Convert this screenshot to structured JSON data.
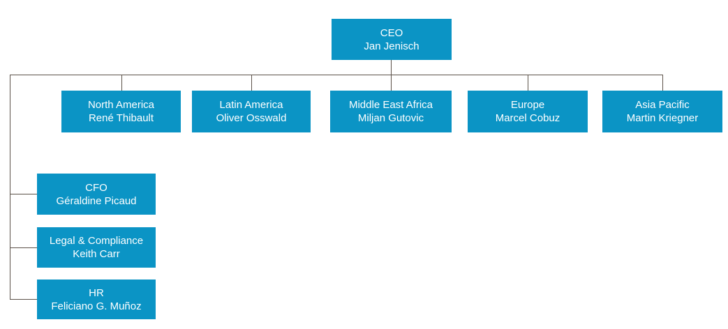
{
  "org_chart": {
    "ceo": {
      "role": "CEO",
      "name": "Jan Jenisch"
    },
    "regions": [
      {
        "role": "North America",
        "name": "René Thibault"
      },
      {
        "role": "Latin America",
        "name": "Oliver Osswald"
      },
      {
        "role": "Middle East Africa",
        "name": "Miljan Gutovic"
      },
      {
        "role": "Europe",
        "name": "Marcel Cobuz"
      },
      {
        "role": "Asia Pacific",
        "name": "Martin Kriegner"
      }
    ],
    "functions": [
      {
        "role": "CFO",
        "name": "Géraldine Picaud"
      },
      {
        "role": "Legal & Compliance",
        "name": "Keith Carr"
      },
      {
        "role": "HR",
        "name": "Feliciano G. Muñoz"
      }
    ],
    "colors": {
      "box": "#0b94c5",
      "text": "#ffffff",
      "line": "#5b5148"
    }
  }
}
